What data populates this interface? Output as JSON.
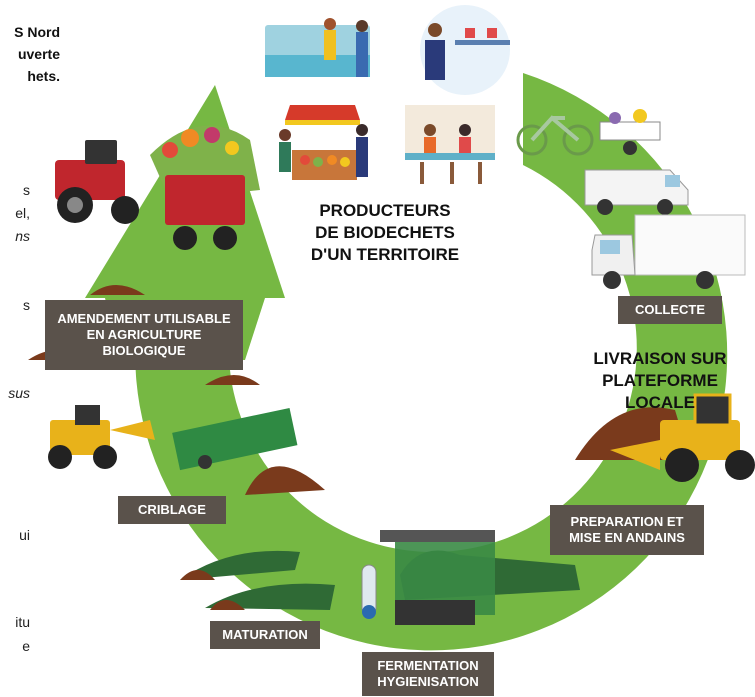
{
  "intro_fragment": [
    "S Nord",
    "uverte",
    "hets."
  ],
  "left_fragments": [
    "s",
    "el,",
    "ns",
    "s",
    "sus",
    "ui",
    "itu",
    "e"
  ],
  "center_title": "PRODUCTEURS\nDE BIODECHETS\nD'UN TERRITOIRE",
  "delivery_title": "LIVRAISON SUR\nPLATEFORME LOCALE",
  "steps": {
    "collecte": "COLLECTE",
    "preparation": "PREPARATION ET\nMISE EN ANDAINS",
    "fermentation": "FERMENTATION\nHYGIENISATION",
    "maturation": "MATURATION",
    "criblage": "CRIBLAGE",
    "amendement": "AMENDEMENT UTILISABLE\nEN AGRICULTURE\nBIOLOGIQUE"
  },
  "colors": {
    "ring": "#76b843",
    "label_bg": "#5a524b",
    "compost": "#7a3a1c",
    "tractor_red": "#c0262d",
    "loader_yellow": "#e8b21a",
    "machine_green": "#2f8a43"
  },
  "icons": [
    "shop-counter-icon",
    "waiter-restaurant-icon",
    "market-stall-icon",
    "cafe-bar-icon",
    "bicycle-cart-icon",
    "van-icon",
    "truck-icon",
    "loader-yellow-icon",
    "turner-machine-icon",
    "thermometer-icon",
    "screener-machine-icon",
    "red-tractor-icon",
    "compost-pile-icon"
  ]
}
